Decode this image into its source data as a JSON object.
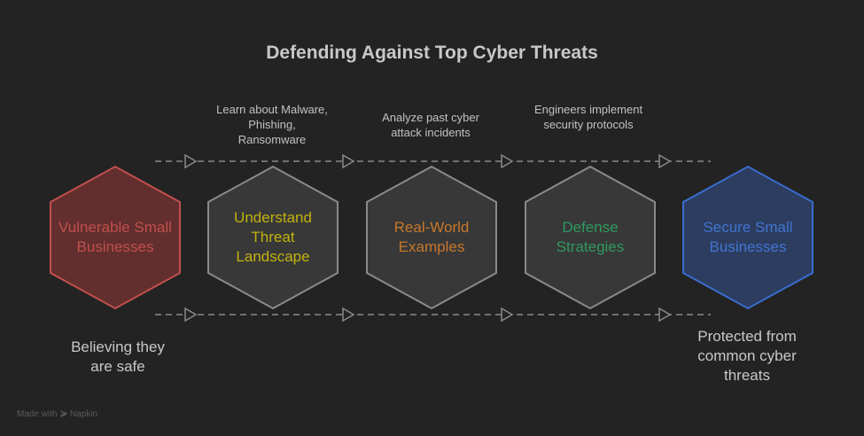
{
  "title": "Defending Against Top Cyber Threats",
  "steps": [
    {
      "label": "Vulnerable Small Businesses",
      "fill": "#632e2e",
      "stroke": "#c0504d",
      "text": "#c0504d"
    },
    {
      "label": "Understand Threat Landscape",
      "fill": "#383838",
      "stroke": "#8a8a8a",
      "text": "#c2b20e"
    },
    {
      "label": "Real-World Examples",
      "fill": "#383838",
      "stroke": "#8a8a8a",
      "text": "#c7782a"
    },
    {
      "label": "Defense Strategies",
      "fill": "#383838",
      "stroke": "#8a8a8a",
      "text": "#2f9a5f"
    },
    {
      "label": "Secure Small Businesses",
      "fill": "#2c3d60",
      "stroke": "#3a6ccc",
      "text": "#4274d2"
    }
  ],
  "notes": [
    "Learn about Malware, Phishing, Ransomware",
    "Analyze past cyber attack incidents",
    "Engineers implement security protocols"
  ],
  "start_caption": "Believing they are safe",
  "end_caption": "Protected from common cyber threats",
  "footer": {
    "made_with": "Made with",
    "brand": "Napkin"
  }
}
